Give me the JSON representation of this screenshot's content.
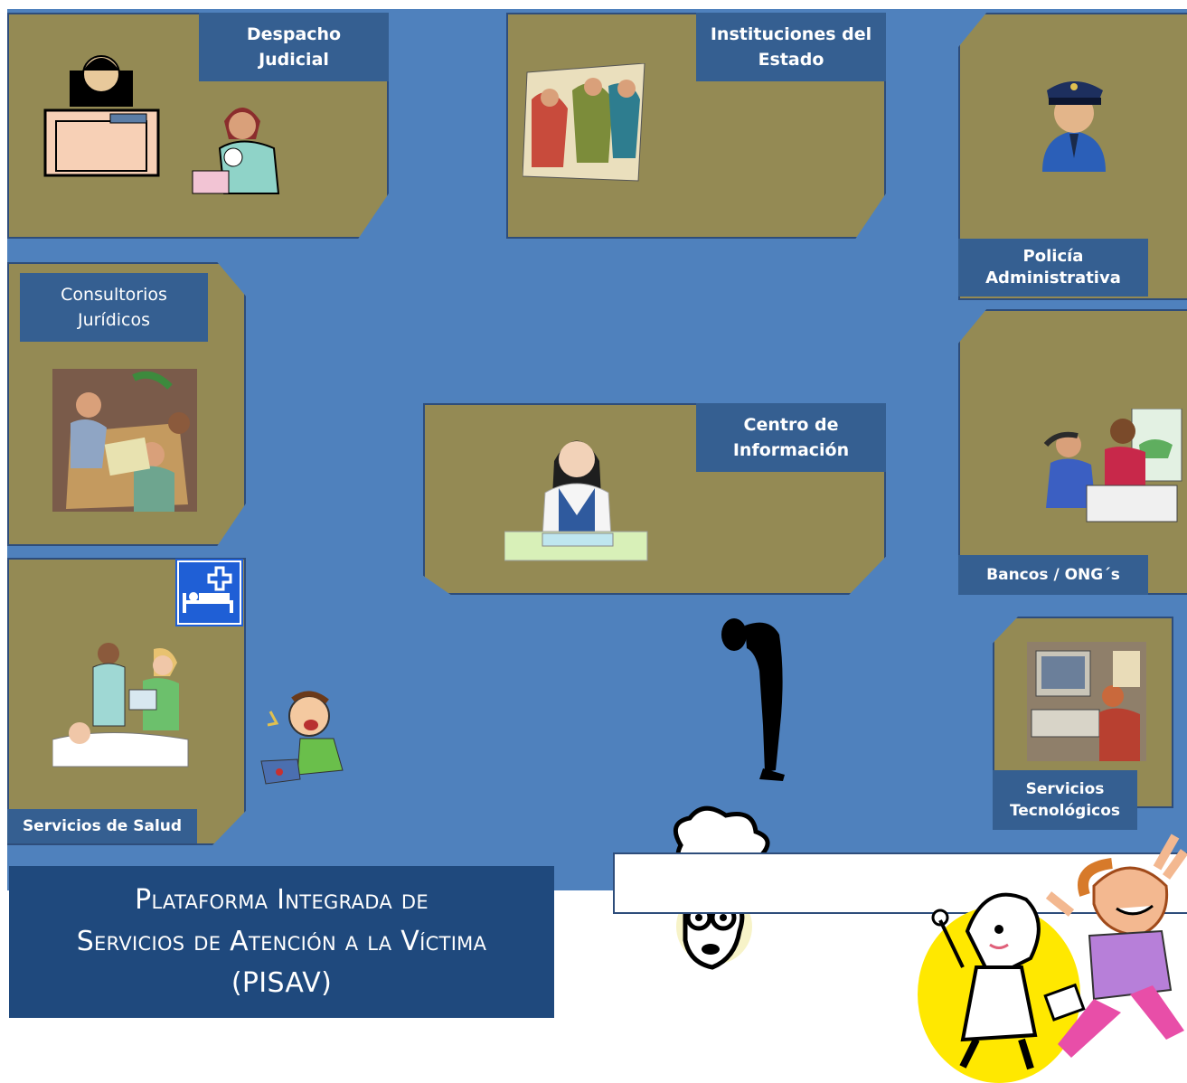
{
  "rooms": {
    "despacho": "Despacho\nJudicial",
    "instituciones": "Instituciones del\nEstado",
    "policia": "Policía\nAdministrativa",
    "consultorios": "Consultorios\nJurídicos",
    "centro": "Centro de\nInformación",
    "bancos": "Bancos / ONG´s",
    "salud": "Servicios de Salud",
    "tecnologicos": "Servicios\nTecnológicos"
  },
  "title": {
    "line1": "Plataforma Integrada  de",
    "line2": "Servicios de Atención a la Víctima",
    "line3": "(PISAV)"
  },
  "icons": {
    "judge": "judge-icon",
    "crying_woman": "crying-woman-icon",
    "meeting": "meeting-icon",
    "police": "police-officer-icon",
    "lawyers": "lawyers-meeting-icon",
    "receptionist": "receptionist-icon",
    "bank": "bank-meeting-icon",
    "hospital_sign": "hospital-bed-icon",
    "medical": "medical-care-icon",
    "hurt_child": "hurt-child-icon",
    "computer": "computer-desk-icon",
    "sad_person": "sad-person-icon",
    "storm_head": "storm-cloud-head-icon",
    "happy_people": "happy-people-icon"
  },
  "colors": {
    "floor": "#4f81bd",
    "room": "#948a54",
    "tag": "#355f91",
    "title": "#1f497d"
  }
}
